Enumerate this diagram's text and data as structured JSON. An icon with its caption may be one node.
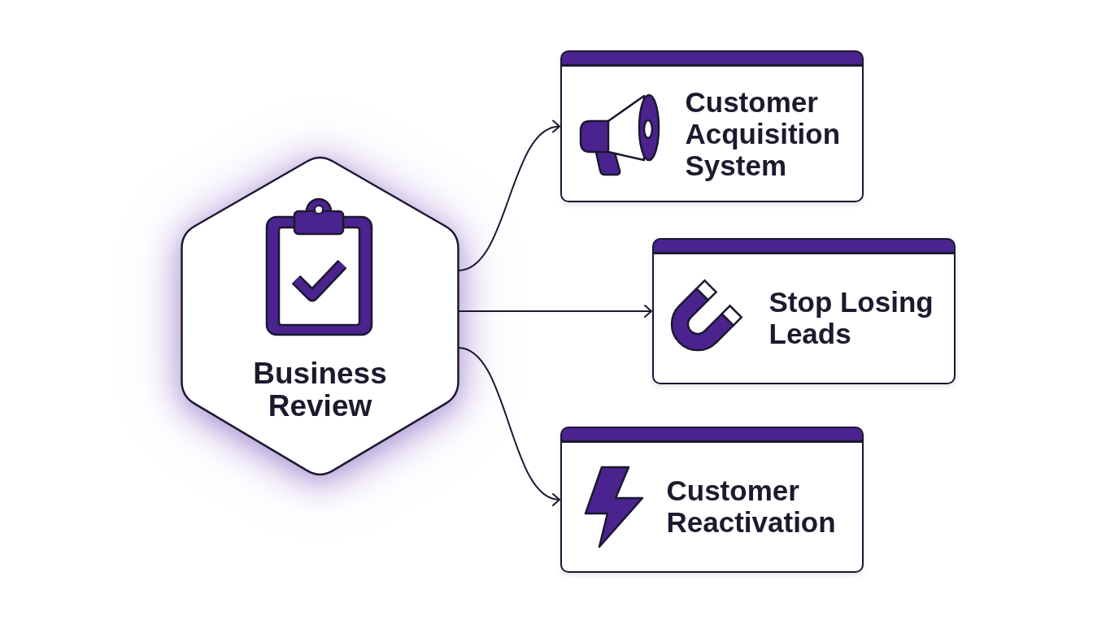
{
  "diagram": {
    "nodes": [
      {
        "text": [
          "Business Review"
        ]
      },
      {
        "text": [
          "Customer Acquisition System"
        ]
      },
      {
        "text": [
          "Stop Losing Leads"
        ]
      },
      {
        "text": [
          "Customer Reactivation"
        ]
      }
    ],
    "edges": [
      {
        "from": 0,
        "to": 1,
        "arrow": "to"
      },
      {
        "from": 0,
        "to": 2,
        "arrow": "to"
      },
      {
        "from": 0,
        "to": 3,
        "arrow": "to"
      }
    ]
  }
}
